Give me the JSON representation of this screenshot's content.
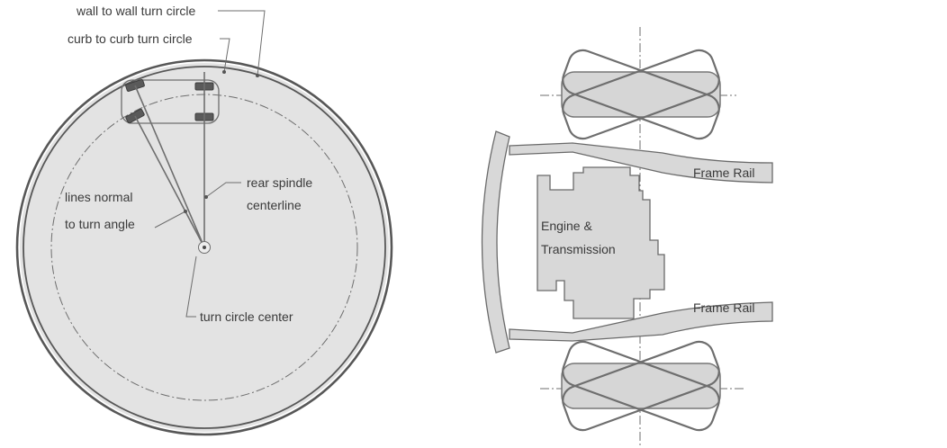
{
  "colors": {
    "circle_fill": "#e3e3e3",
    "line": "#6e6e6e",
    "dark_line": "#3c3c3c",
    "part_fill": "#d8d8d8",
    "text": "#3a3a3a"
  },
  "turn_circle_diagram": {
    "labels": {
      "wall_to_wall": "wall to wall turn circle",
      "curb_to_curb": "curb to curb turn circle",
      "lines_normal_1": "lines normal",
      "lines_normal_2": "to turn angle",
      "rear_spindle_1": "rear spindle",
      "rear_spindle_2": "centerline",
      "turn_center": "turn circle center"
    }
  },
  "chassis_diagram": {
    "labels": {
      "engine_1": "Engine &",
      "engine_2": "Transmission",
      "frame_rail_top": "Frame Rail",
      "frame_rail_bottom": "Frame Rail"
    }
  }
}
